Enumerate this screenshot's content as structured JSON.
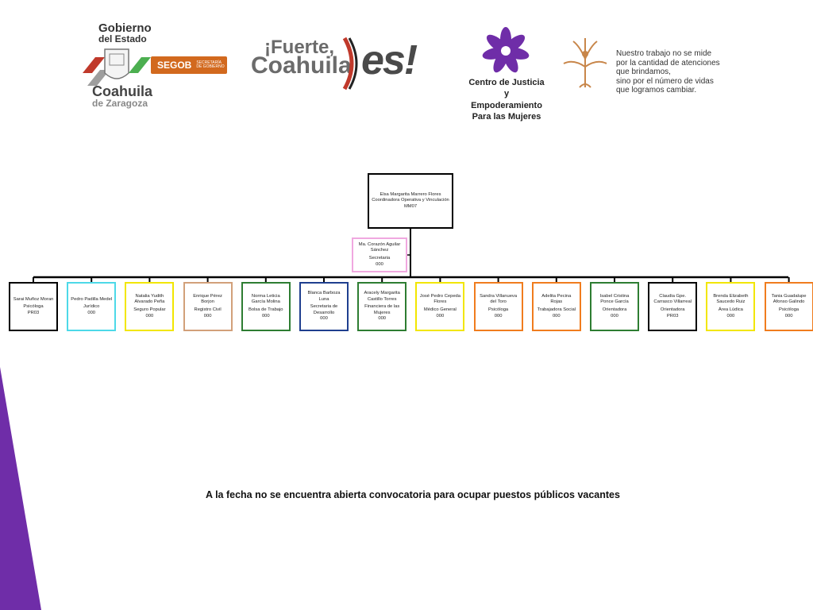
{
  "header": {
    "gobierno_line1": "Gobierno",
    "gobierno_line2": "del Estado",
    "coahuila": "Coahuila",
    "de_zaragoza": "de Zaragoza",
    "segob": "SEGOB",
    "segob_sub": "SECRETARÍA DE GOBIERNO",
    "fuerte_line1": "¡Fuerte,",
    "fuerte_line2": "Coahuila",
    "es": "es!",
    "cjem_line1": "Centro de Justicia y",
    "cjem_line2": "Empoderamiento",
    "cjem_line3": "Para las Mujeres",
    "quote": [
      "Nuestro trabajo no se mide",
      "por la cantidad de atenciones",
      "que brindamos,",
      "sino por el número de vidas",
      "que logramos cambiar."
    ]
  },
  "colors": {
    "purple": "#6f2da8",
    "black": "#000000",
    "cyan": "#4dd9e8",
    "yellow": "#f2e600",
    "tan": "#d2a07a",
    "green": "#2e7d32",
    "blue": "#1f3f8f",
    "orange": "#f07c1e",
    "pink": "#f0a8e0"
  },
  "chart": {
    "head": {
      "name": "Elsa Margarita Marrero Flores",
      "role": "Coordinadora Operativa y Vinculación",
      "code": "MM07"
    },
    "secretary": {
      "name": "Ma. Corazón Aguilar Sánchez",
      "role": "Secretaria",
      "code": "000"
    },
    "staff": [
      {
        "name": "Sarai Muñoz Moran",
        "role": "Psicóloga",
        "code": "PR03",
        "color": "#000000"
      },
      {
        "name": "Pedro Padilla Medel",
        "role": "Jurídico",
        "code": "000",
        "color": "#4dd9e8"
      },
      {
        "name": "Natalia Yudith Alvarado Peña",
        "role": "Seguro Popular",
        "code": "000",
        "color": "#f2e600"
      },
      {
        "name": "Enrique Pérez Borjon",
        "role": "Registro Civil",
        "code": "000",
        "color": "#d2a07a"
      },
      {
        "name": "Norma Leticia García Molina",
        "role": "Bolsa de Trabajo",
        "code": "000",
        "color": "#2e7d32"
      },
      {
        "name": "Blanca Barboza Luna",
        "role": "Secretaria de Desarrollo",
        "code": "000",
        "color": "#1f3f8f"
      },
      {
        "name": "Aracely Margarita Castillo Torres",
        "role": "Financiera de las Mujeres",
        "code": "000",
        "color": "#2e7d32"
      },
      {
        "name": "José Pedro Cepeda Flores",
        "role": "Médico General",
        "code": "000",
        "color": "#f2e600"
      },
      {
        "name": "Sandra Villanueva del Toro",
        "role": "Psicóloga",
        "code": "000",
        "color": "#f07c1e"
      },
      {
        "name": "Adelita Pecina Rojas",
        "role": "Trabajadora Social",
        "code": "000",
        "color": "#f07c1e"
      },
      {
        "name": "Isabel Cristina Ponce García",
        "role": "Orientadora",
        "code": "000",
        "color": "#2e7d32"
      },
      {
        "name": "Claudia Gpe. Carrasco Villarreal",
        "role": "Orientadora",
        "code": "PR03",
        "color": "#000000"
      },
      {
        "name": "Brenda Elizabeth Saucedo Ruiz",
        "role": "Área Lúdica",
        "code": "000",
        "color": "#f2e600"
      },
      {
        "name": "Tania Guadalupe Afonso Galindo",
        "role": "Psicóloga",
        "code": "000",
        "color": "#f07c1e"
      }
    ]
  },
  "footer": {
    "text": "A la fecha no se encuentra abierta convocatoria para ocupar puestos públicos vacantes"
  }
}
